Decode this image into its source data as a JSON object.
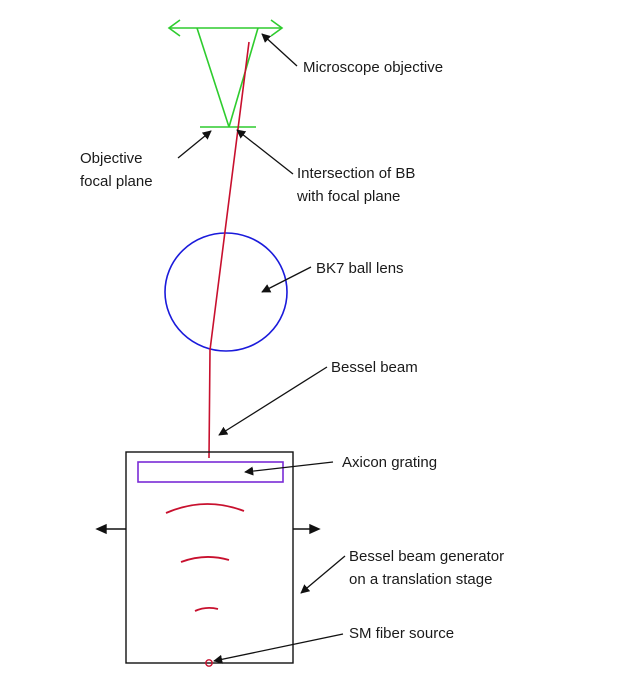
{
  "labels": {
    "microscope_objective": "Microscope objective",
    "objective_focal_plane_line1": "Objective",
    "objective_focal_plane_line2": "focal plane",
    "intersection_line1": "Intersection of BB",
    "intersection_line2": "with focal plane",
    "ball_lens": "BK7 ball lens",
    "bessel_beam": "Bessel beam",
    "axicon_grating": "Axicon grating",
    "generator_line1": "Bessel beam generator",
    "generator_line2": "on a translation stage",
    "fiber_source": "SM fiber source"
  },
  "colors": {
    "objective": "#2ecc2e",
    "beam": "#c8102e",
    "ball_lens": "#1a1adb",
    "axicon": "#7a2bd6",
    "stroke": "#111111"
  }
}
